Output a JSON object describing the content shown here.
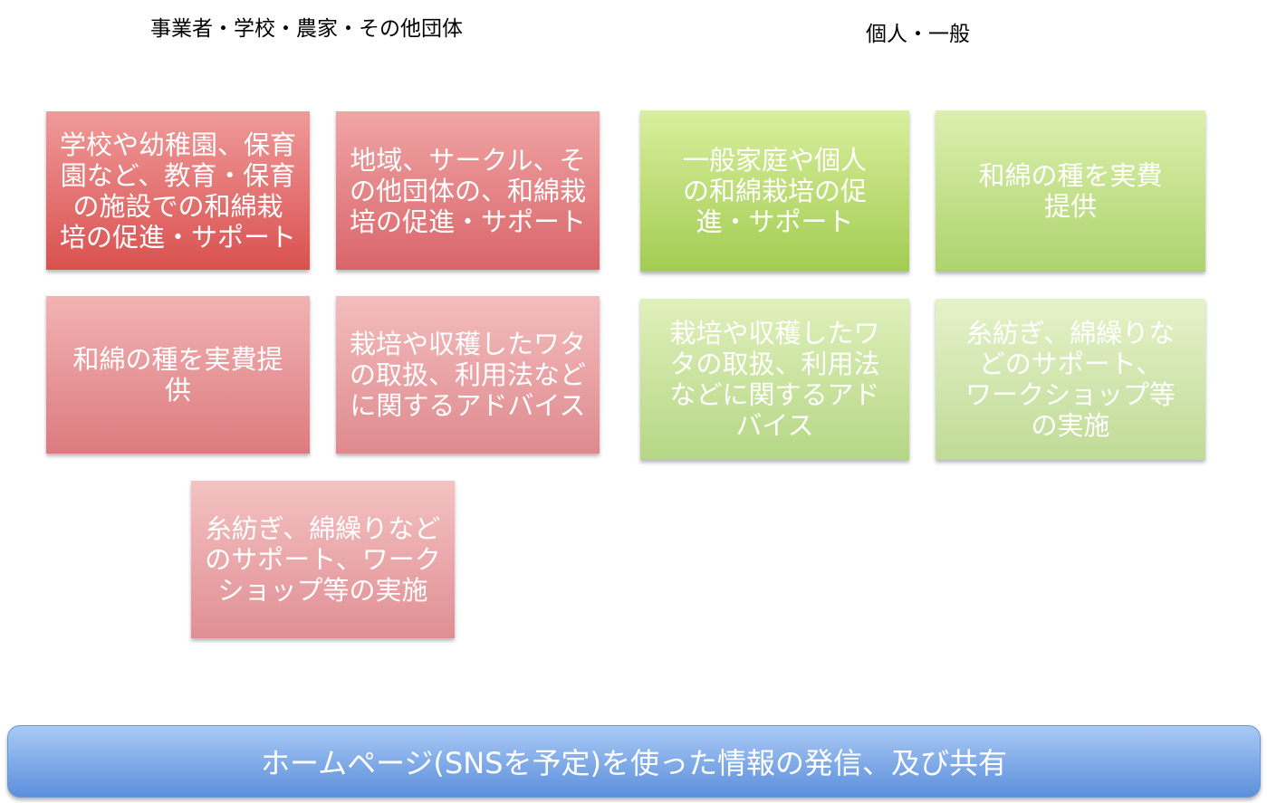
{
  "headings": {
    "left": "事業者・学校・農家・その他団体",
    "right": "個人・一般"
  },
  "org_boxes": [
    {
      "lines": [
        "学校や幼稚園、保育",
        "園など、教育・保育",
        "の施設での和綿栽",
        "培の促進・サポート"
      ]
    },
    {
      "lines": [
        "地域、サークル、そ",
        "の他団体の、和綿栽",
        "培の促進・サポート"
      ]
    },
    {
      "lines": [
        "和綿の種を実費提",
        "供"
      ]
    },
    {
      "lines": [
        "栽培や収穫したワタ",
        "の取扱、利用法など",
        "に関するアドバイス"
      ]
    },
    {
      "lines": [
        "糸紡ぎ、綿繰りなど",
        "のサポート、ワーク",
        "ショップ等の実施"
      ]
    }
  ],
  "individual_boxes": [
    {
      "lines": [
        "一般家庭や個人",
        "の和綿栽培の促",
        "進・サポート"
      ]
    },
    {
      "lines": [
        "和綿の種を実費",
        "提供"
      ]
    },
    {
      "lines": [
        "栽培や収穫したワ",
        "タの取扱、利用法",
        "などに関するアド",
        "バイス"
      ]
    },
    {
      "lines": [
        "糸紡ぎ、綿繰りな",
        "どのサポート、",
        "ワークショップ等",
        "の実施"
      ]
    }
  ],
  "bottom_bar": {
    "label": "ホームページ(SNSを予定)を使った情報の発信、及び共有"
  },
  "colors": {
    "org_box": "#e06666",
    "individual_box": "#b5d66a",
    "bottom_bar": "#6f9ee3"
  }
}
